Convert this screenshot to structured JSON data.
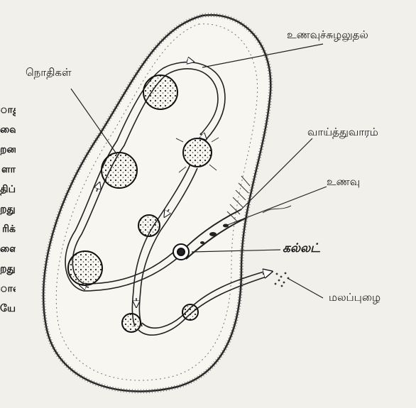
{
  "labels": {
    "food_circulation": "உணவுச்சுழலுதல்",
    "vacuoles": "நொதிகள்",
    "mouth_opening": "வாய்த்துவாரம்",
    "food": "உணவு",
    "gullet": "கல்லட்",
    "anal_pore": "மலப்புழை"
  },
  "side_text_fragments": [
    "ாது",
    "வை",
    "றன.",
    "ளா",
    "திப்",
    "றது.",
    "ரிக்",
    "ளை",
    "றது.",
    "ால்",
    "யே"
  ]
}
